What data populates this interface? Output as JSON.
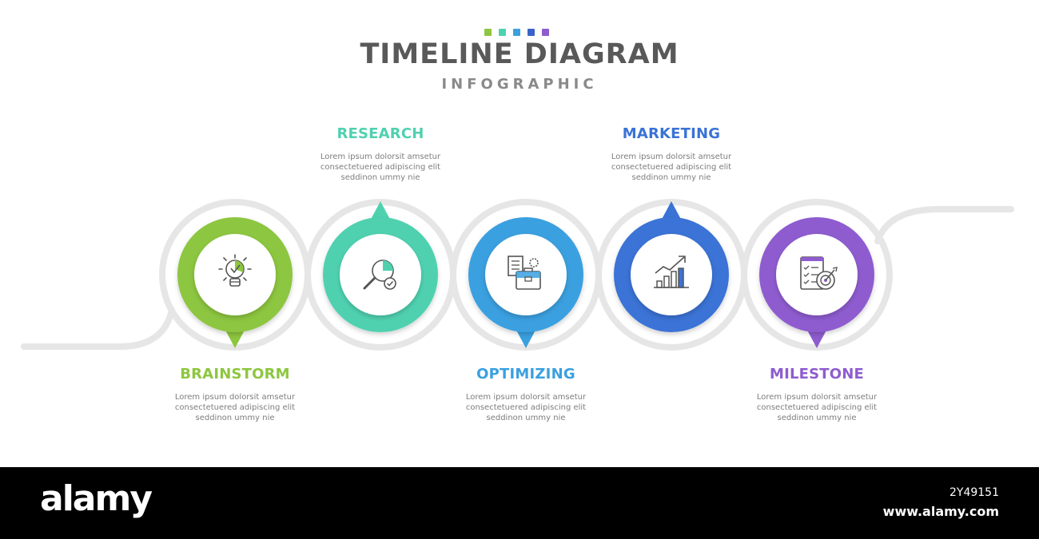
{
  "header": {
    "title": "TIMELINE DIAGRAM",
    "subtitle": "INFOGRAPHIC",
    "title_color": "#595959",
    "subtitle_color": "#8a8a8a",
    "dot_colors": [
      "#8dc63f",
      "#4fd1b0",
      "#3aa0e0",
      "#3a63c8",
      "#8e5ccf"
    ]
  },
  "steps": [
    {
      "label": "BRAINSTORM",
      "description": "Lorem ipsum dolorsit amsetur\nconsectetuered adipiscing elit\nseddinon ummy nie",
      "color": "#8dc63f",
      "icon": "lightbulb-icon",
      "pointer": "down"
    },
    {
      "label": "RESEARCH",
      "description": "Lorem ipsum dolorsit amsetur\nconsectetuered adipiscing elit\nseddinon ummy nie",
      "color": "#4fd1b0",
      "icon": "magnifier-check-icon",
      "pointer": "up"
    },
    {
      "label": "OPTIMIZING",
      "description": "Lorem ipsum dolorsit amsetur\nconsectetuered adipiscing elit\nseddinon ummy nie",
      "color": "#3aa0e0",
      "icon": "briefcase-document-icon",
      "pointer": "down"
    },
    {
      "label": "MARKETING",
      "description": "Lorem ipsum dolorsit amsetur\nconsectetuered adipiscing elit\nseddinon ummy nie",
      "color": "#3a73d6",
      "icon": "growth-chart-icon",
      "pointer": "up"
    },
    {
      "label": "MILESTONE",
      "description": "Lorem ipsum dolorsit amsetur\nconsectetuered adipiscing elit\nseddinon ummy nie",
      "color": "#8e5ccf",
      "icon": "checklist-target-icon",
      "pointer": "down"
    }
  ],
  "watermark": {
    "logo": "alamy",
    "image_id": "2Y49151",
    "url": "www.alamy.com"
  }
}
